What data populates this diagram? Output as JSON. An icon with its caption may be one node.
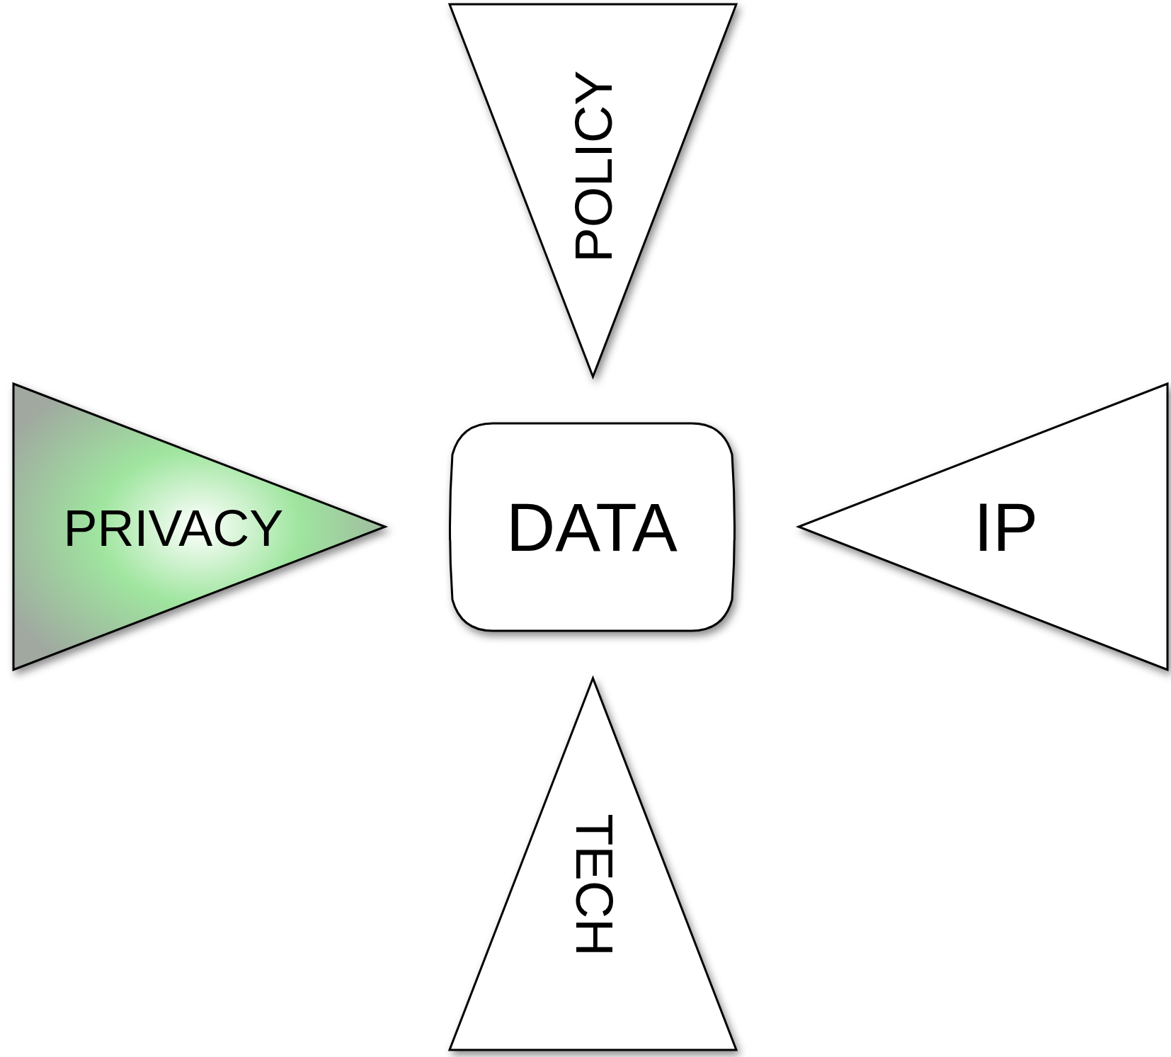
{
  "diagram": {
    "nodes": [
      {
        "text": [
          "POLICY"
        ]
      },
      {
        "text": [
          "PRIVACY"
        ]
      },
      {
        "text": [
          "DATA"
        ]
      },
      {
        "text": [
          "IP"
        ]
      },
      {
        "text": [
          "TECH"
        ]
      }
    ]
  }
}
